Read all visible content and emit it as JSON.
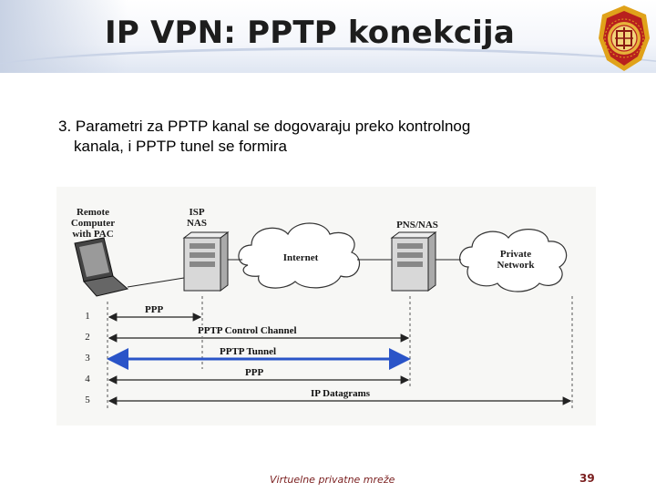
{
  "slide": {
    "title": "IP VPN: PPTP konekcija",
    "bullet_line1": "3. Parametri za PPTP kanal se dogovaraju preko kontrolnog",
    "bullet_line2": "kanala, i PPTP tunel se formira"
  },
  "diagram": {
    "nodes": {
      "remote": "Remote\nComputer\nwith PAC",
      "isp": "ISP\nNAS",
      "internet": "Internet",
      "pns": "PNS/NAS",
      "private": "Private\nNetwork"
    },
    "rows": [
      {
        "num": "1",
        "label": "PPP"
      },
      {
        "num": "2",
        "label": "PPTP Control Channel"
      },
      {
        "num": "3",
        "label": "PPTP Tunnel"
      },
      {
        "num": "4",
        "label": "PPP"
      },
      {
        "num": "5",
        "label": "IP Datagrams"
      }
    ],
    "highlight_color": "#2a54c8"
  },
  "footer": {
    "text": "Virtuelne privatne mreže",
    "page": "39"
  },
  "colors": {
    "footer": "#7a1e1e",
    "logo_gold": "#e0a21a",
    "logo_red": "#b8201e"
  }
}
